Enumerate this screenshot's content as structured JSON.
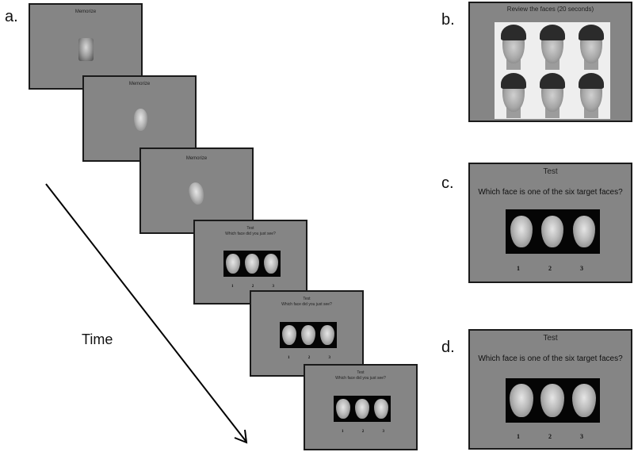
{
  "panel_labels": {
    "a": "a.",
    "b": "b.",
    "c": "c.",
    "d": "d."
  },
  "time_label": "Time",
  "a_screens": {
    "memorize_title": "Memorize",
    "test_title": "Test",
    "test_question": "Which face did you just see?",
    "numbers": [
      "1",
      "2",
      "3"
    ]
  },
  "b_screen": {
    "title": "Review the faces (20 seconds)"
  },
  "c_screen": {
    "title": "Test",
    "question": "Which face is one of the six target faces?",
    "numbers": [
      "1",
      "2",
      "3"
    ]
  },
  "d_screen": {
    "title": "Test",
    "question": "Which face is one of the six target faces?",
    "numbers": [
      "1",
      "2",
      "3"
    ]
  },
  "colors": {
    "screen_gray": "#858585",
    "border": "#1a1a1a",
    "arrow": "#000000"
  }
}
